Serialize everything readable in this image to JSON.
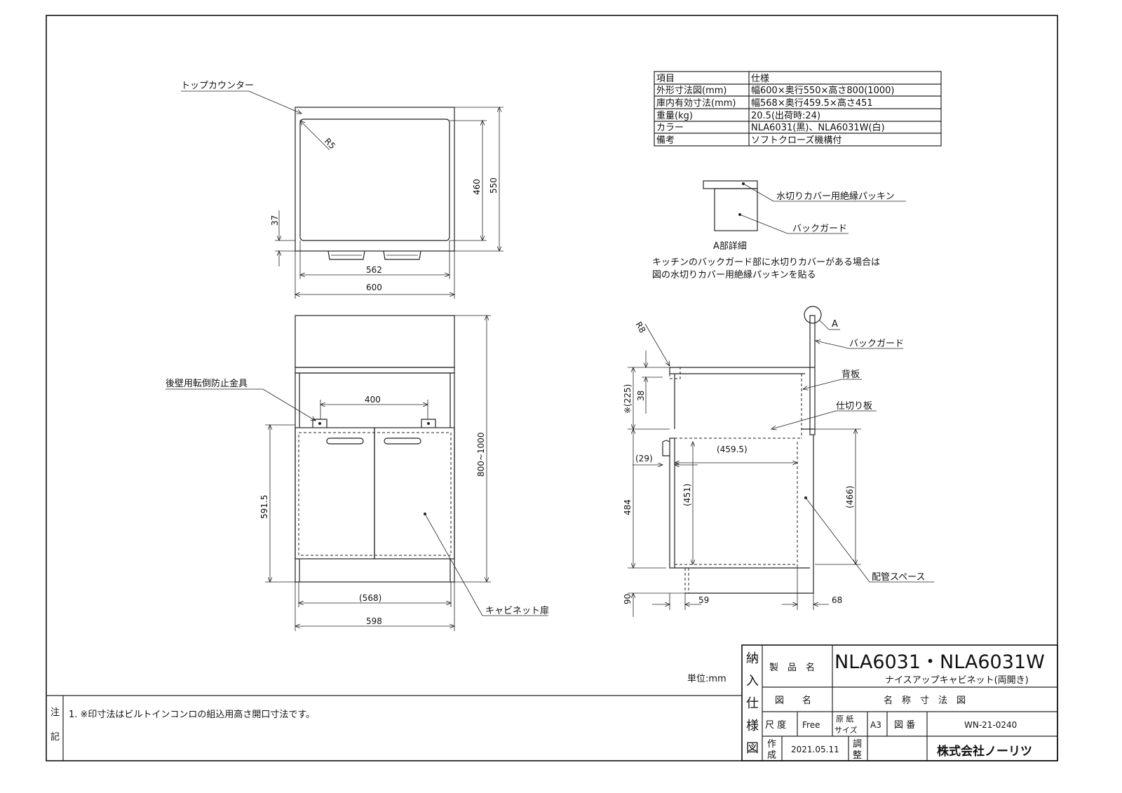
{
  "spec_table": {
    "header": [
      "項目",
      "仕様"
    ],
    "rows": [
      [
        "外形寸法図(mm)",
        "幅600×奥行550×高さ800(1000)"
      ],
      [
        "庫内有効寸法(mm)",
        "幅568×奥行459.5×高さ451"
      ],
      [
        "重量(kg)",
        "20.5(出荷時:24)"
      ],
      [
        "カラー",
        "NLA6031(黒)、NLA6031W(白)"
      ],
      [
        "備考",
        "ソフトクローズ機構付"
      ]
    ]
  },
  "detail": {
    "packing_label": "水切りカバー用絶縁パッキン",
    "backguard_label": "バックガード",
    "title": "A部詳細",
    "note_line1": "キッチンのバックガード部に水切りカバーがある場合は",
    "note_line2": "図の水切りカバー用絶縁パッキンを貼る"
  },
  "top_view": {
    "label": "トップカウンター",
    "radius": "R5",
    "dims": {
      "d550": "550",
      "d460": "460",
      "d37": "37",
      "d562": "562",
      "d600": "600"
    }
  },
  "front_view": {
    "bracket_label": "後壁用転倒防止金具",
    "door_label": "キャビネット扉",
    "dims": {
      "d400": "400",
      "d800": "800~1000",
      "d591": "591.5",
      "d568": "(568)",
      "d598": "598"
    }
  },
  "side_view": {
    "radius": "R8",
    "a_label": "A",
    "backguard_label": "バックガード",
    "back_panel_label": "背板",
    "partition_label": "仕切り板",
    "pipe_space_label": "配管スペース",
    "dims": {
      "d225": "※(225)",
      "d38": "38",
      "d484": "484",
      "d90": "90",
      "d29": "(29)",
      "d459": "(459.5)",
      "d451": "(451)",
      "d466": "(466)",
      "d59": "59",
      "d68": "68"
    }
  },
  "unit_label": "単位:mm",
  "notes": {
    "heading1": "注",
    "heading2": "記",
    "items": [
      "1. ※印寸法はビルトインコンロの組込用高さ開口寸法です。"
    ]
  },
  "title_block": {
    "vertical_title": [
      "納",
      "入",
      "仕",
      "様",
      "図"
    ],
    "product_name_label": "製　品　名",
    "product_code": "NLA6031・NLA6031W",
    "product_subtitle": "ナイスアップキャビネット(両開き)",
    "drawing_name_label": "図　　名",
    "drawing_name": "名　称　寸　法　図",
    "scale_label": "尺 度",
    "scale": "Free",
    "paper_label_1": "原 紙",
    "paper_label_2": "サイズ",
    "paper_size": "A3",
    "drawing_no_label": "図 番",
    "drawing_no": "WN-21-0240",
    "created_label_1": "作",
    "created_label_2": "成",
    "created_date": "2021.05.11",
    "checked_label_1": "調",
    "checked_label_2": "整",
    "company": "株式会社ノーリツ"
  }
}
